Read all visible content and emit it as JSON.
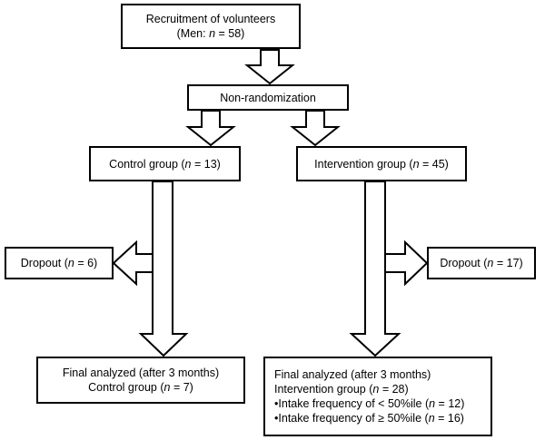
{
  "recruitment": {
    "line1": "Recruitment of volunteers",
    "line2_pre": "(Men: ",
    "n_label": "n",
    "line2_post": " = 58)"
  },
  "non_randomization": {
    "label": "Non-randomization"
  },
  "control": {
    "pre": "Control group (",
    "n_label": "n",
    "post": " = 13)"
  },
  "intervention": {
    "pre": "Intervention group (",
    "n_label": "n",
    "post": " = 45)"
  },
  "dropout_control": {
    "pre": "Dropout (",
    "n_label": "n",
    "post": " = 6)"
  },
  "dropout_intervention": {
    "pre": "Dropout (",
    "n_label": "n",
    "post": " = 17)"
  },
  "final_control": {
    "line1": "Final analyzed (after 3 months)",
    "line2_pre": "Control group (",
    "n_label": "n",
    "line2_post": " = 7)"
  },
  "final_intervention": {
    "line1": "Final analyzed (after 3 months)",
    "line2_pre": "Intervention group (",
    "n_label": "n",
    "line2_post": " = 28)",
    "bullet": "•",
    "item1_text": "Intake frequency of < 50%ile (",
    "item1_n": "n",
    "item1_post": " = 12)",
    "item2_text": "Intake frequency of ≥ 50%ile (",
    "item2_n": "n",
    "item2_post": " = 16)"
  }
}
